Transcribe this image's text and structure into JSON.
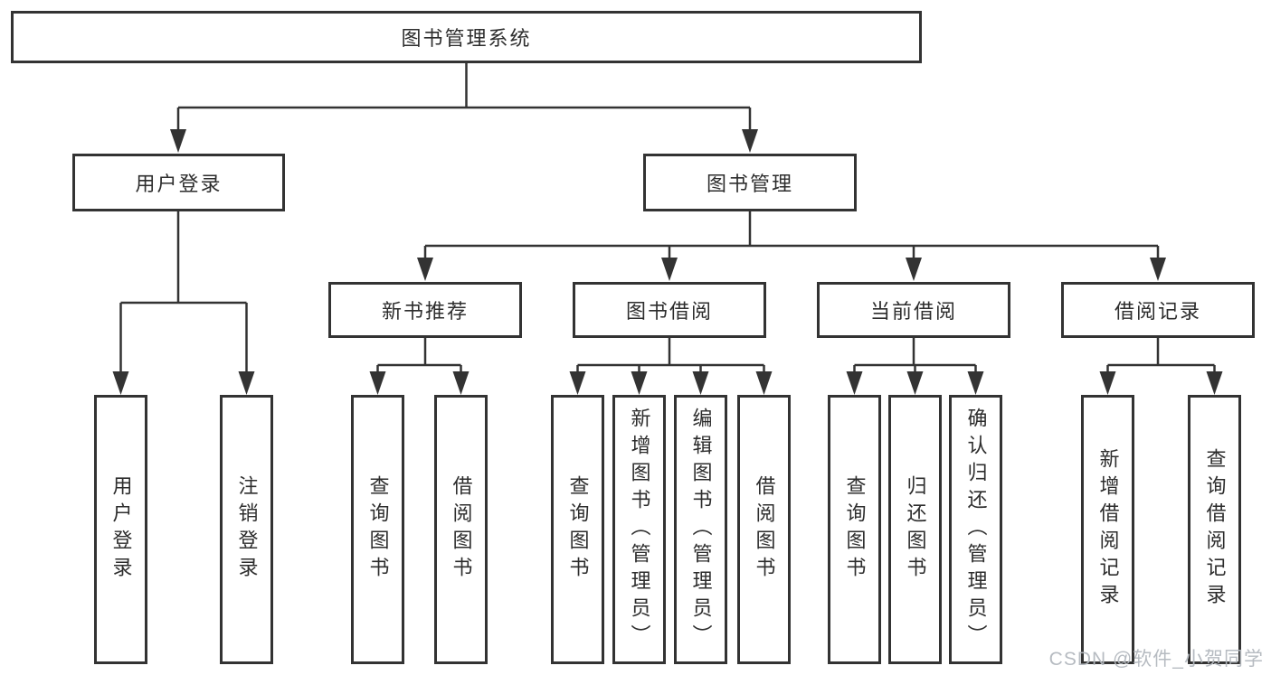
{
  "tree": {
    "label": "图书管理系统",
    "children": [
      {
        "label": "用户登录",
        "children": [
          {
            "label": "用户登录"
          },
          {
            "label": "注销登录"
          }
        ]
      },
      {
        "label": "图书管理",
        "children": [
          {
            "label": "新书推荐",
            "children": [
              {
                "label": "查询图书"
              },
              {
                "label": "借阅图书"
              }
            ]
          },
          {
            "label": "图书借阅",
            "children": [
              {
                "label": "查询图书"
              },
              {
                "label": "新增图书（管理员）"
              },
              {
                "label": "编辑图书（管理员）"
              },
              {
                "label": "借阅图书"
              }
            ]
          },
          {
            "label": "当前借阅",
            "children": [
              {
                "label": "查询图书"
              },
              {
                "label": "归还图书"
              },
              {
                "label": "确认归还（管理员）"
              }
            ]
          },
          {
            "label": "借阅记录",
            "children": [
              {
                "label": "新增借阅记录"
              },
              {
                "label": "查询借阅记录"
              }
            ]
          }
        ]
      }
    ]
  },
  "watermark": {
    "text": "CSDN @软件_小贺同学",
    "color": "#b3b8be"
  },
  "line_color": "#333333"
}
